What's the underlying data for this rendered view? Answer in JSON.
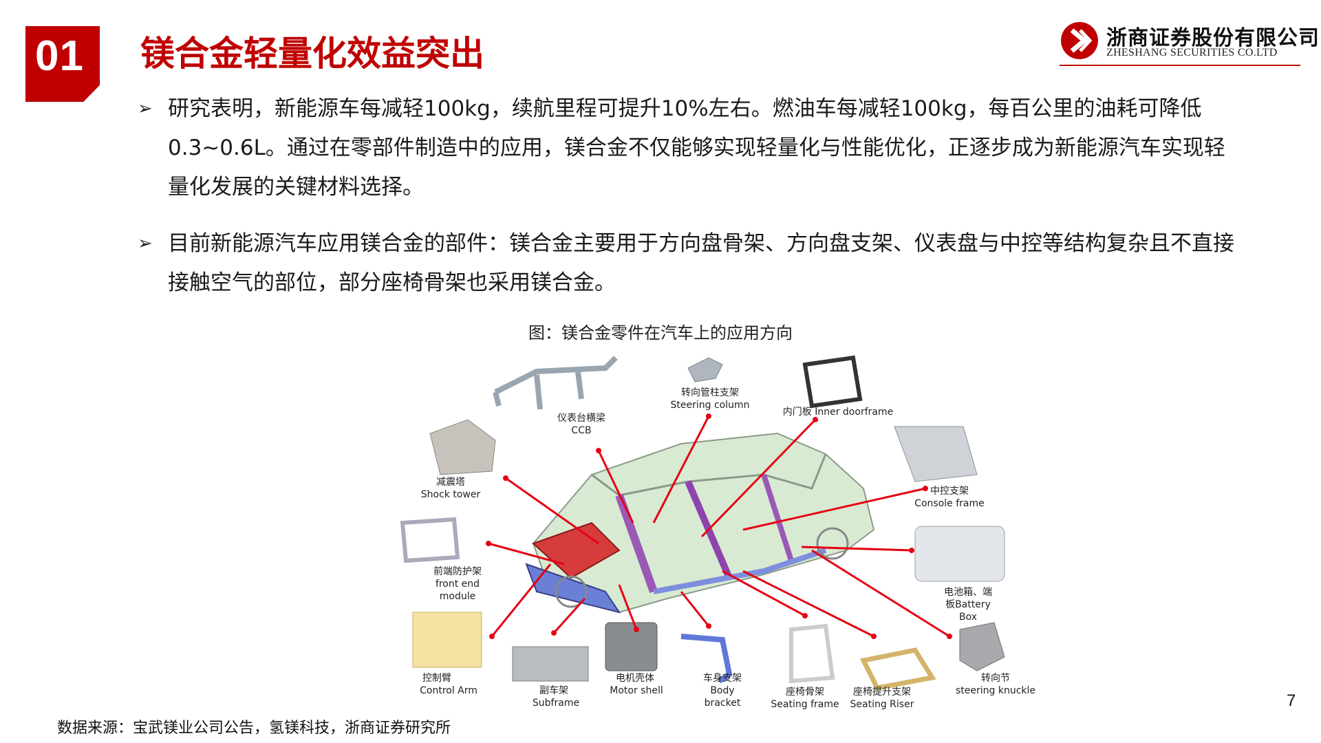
{
  "header": {
    "section_number": "01",
    "title": "镁合金轻量化效益突出",
    "logo_cn": "浙商证券股份有限公司",
    "logo_en": "ZHESHANG SECURITIES CO.LTD"
  },
  "bullets": [
    {
      "marker": "➢",
      "text": "研究表明，新能源车每减轻100kg，续航里程可提升10%左右。燃油车每减轻100kg，每百公里的油耗可降低0.3~0.6L。通过在零部件制造中的应用，镁合金不仅能够实现轻量化与性能优化，正逐步成为新能源汽车实现轻量化发展的关键材料选择。"
    },
    {
      "marker": "➢",
      "text": "目前新能源汽车应用镁合金的部件：镁合金主要用于方向盘骨架、方向盘支架、仪表盘与中控等结构复杂且不直接接触空气的部位，部分座椅骨架也采用镁合金。"
    }
  ],
  "figure": {
    "caption": "图：镁合金零件在汽车上的应用方向",
    "labels": {
      "ccb_cn": "仪表台横梁",
      "ccb_en": "CCB",
      "steering_cn": "转向管柱支架",
      "steering_en": "Steering column",
      "door_cn": "内门板 Inner doorframe",
      "shock_cn": "减震塔",
      "shock_en": "Shock tower",
      "console_cn": "中控支架",
      "console_en": "Console frame",
      "front_cn": "前端防护架",
      "front_en1": "front end",
      "front_en2": "module",
      "battery_cn": "电池箱、端",
      "battery_en1": "板Battery",
      "battery_en2": "Box",
      "control_cn": "控制臂",
      "control_en": "Control Arm",
      "subframe_cn": "副车架",
      "subframe_en": "Subframe",
      "motor_cn": "电机壳体",
      "motor_en": "Motor shell",
      "body_cn": "车身支架",
      "body_en1": "Body",
      "body_en2": "bracket",
      "seat_cn": "座椅骨架",
      "seat_en": "Seating frame",
      "riser_cn": "座椅提升支架",
      "riser_en": "Seating Riser",
      "knuckle_cn": "转向节",
      "knuckle_en": "steering knuckle"
    }
  },
  "footer": {
    "source": "数据来源：宝武镁业公司公告，氢镁科技，浙商证券研究所",
    "page_number": "7"
  },
  "colors": {
    "brand_red": "#c00000",
    "pointer_red": "#e60012"
  }
}
